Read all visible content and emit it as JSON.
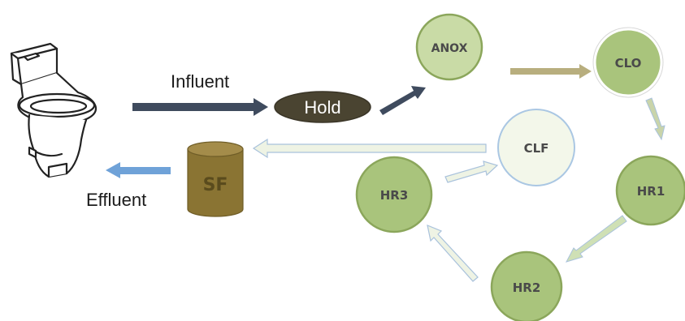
{
  "labels": {
    "influent": "Influent",
    "effluent": "Effluent"
  },
  "nodes": {
    "hold": "Hold",
    "sf": "SF",
    "anox": "ANOX",
    "clo": "CLO",
    "hr1": "HR1",
    "hr2": "HR2",
    "hr3": "HR3",
    "clf": "CLF"
  },
  "icons": {
    "source": "toilet-icon"
  },
  "colors": {
    "dark_arrow": "#3f4b5e",
    "hold_fill": "#4a4431",
    "sf_fill": "#8a7433",
    "green_fill": "#a9c47c",
    "green_stroke": "#8ba65b",
    "light_green_fill": "#c9dba6",
    "clf_fill": "#f3f7ea",
    "clf_stroke": "#aac7e3",
    "effluent_arrow": "#6fa2d8",
    "pale_arrow_fill": "#eef3e4",
    "pale_arrow_stroke": "#a9c2dc",
    "tan_arrow": "#b8ae7e"
  }
}
